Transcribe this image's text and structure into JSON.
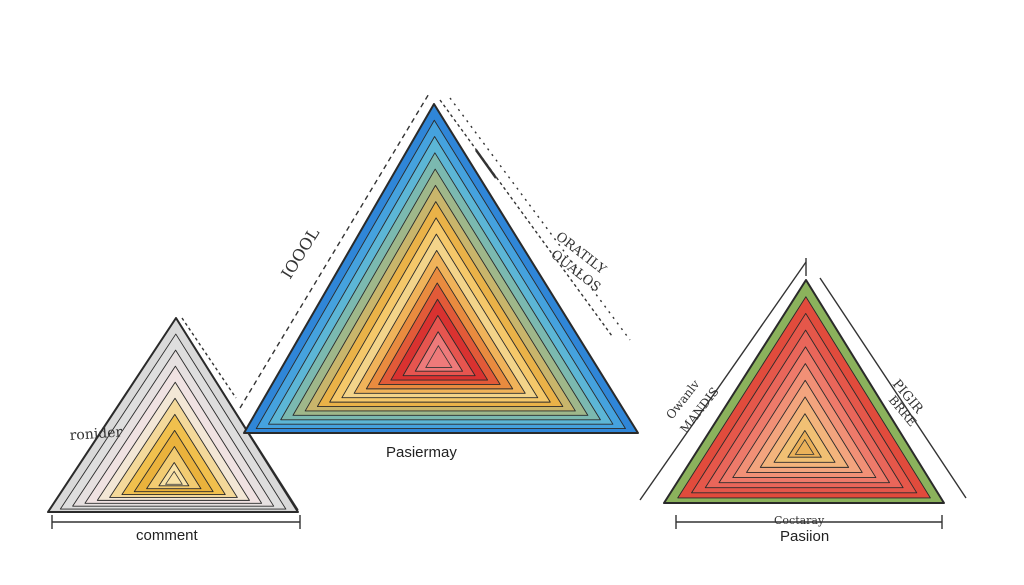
{
  "triangles": [
    {
      "id": "left",
      "base_label": "comment",
      "side_label": "ronider",
      "colors": [
        "#d9d9d9",
        "#dedede",
        "#e6e0e0",
        "#f0e2e2",
        "#f3e7d6",
        "#f4d99a",
        "#f1c04d",
        "#eab23c",
        "#f2cc72",
        "#f8e2a5"
      ]
    },
    {
      "id": "center",
      "base_label": "Pasiermay",
      "left_side_label": "IOOOL",
      "right_side_label_1": "ORATILY",
      "right_side_label_2": "OUALOS",
      "colors": [
        "#2f86d8",
        "#45a2de",
        "#5cb6d6",
        "#7bb9b0",
        "#9fb78a",
        "#c9b56b",
        "#eab248",
        "#f5c86a",
        "#f3d48a",
        "#f0b35a",
        "#e98b3f",
        "#e25a38",
        "#d93230",
        "#e6554f",
        "#ee7a7a"
      ]
    },
    {
      "id": "right",
      "base_label_1": "Coctaray",
      "base_label": "Pasiion",
      "left_side_label_1": "Owanlv",
      "left_side_label_2": "MANDIS",
      "right_side_label_1": "PIGIR",
      "right_side_label_2": "BRRE",
      "colors": [
        "#8bb25c",
        "#e14b3c",
        "#e5574a",
        "#e9665a",
        "#ee7a6a",
        "#f19076",
        "#f3a47e",
        "#f3b47c",
        "#f1c074",
        "#ebb25a"
      ]
    }
  ]
}
